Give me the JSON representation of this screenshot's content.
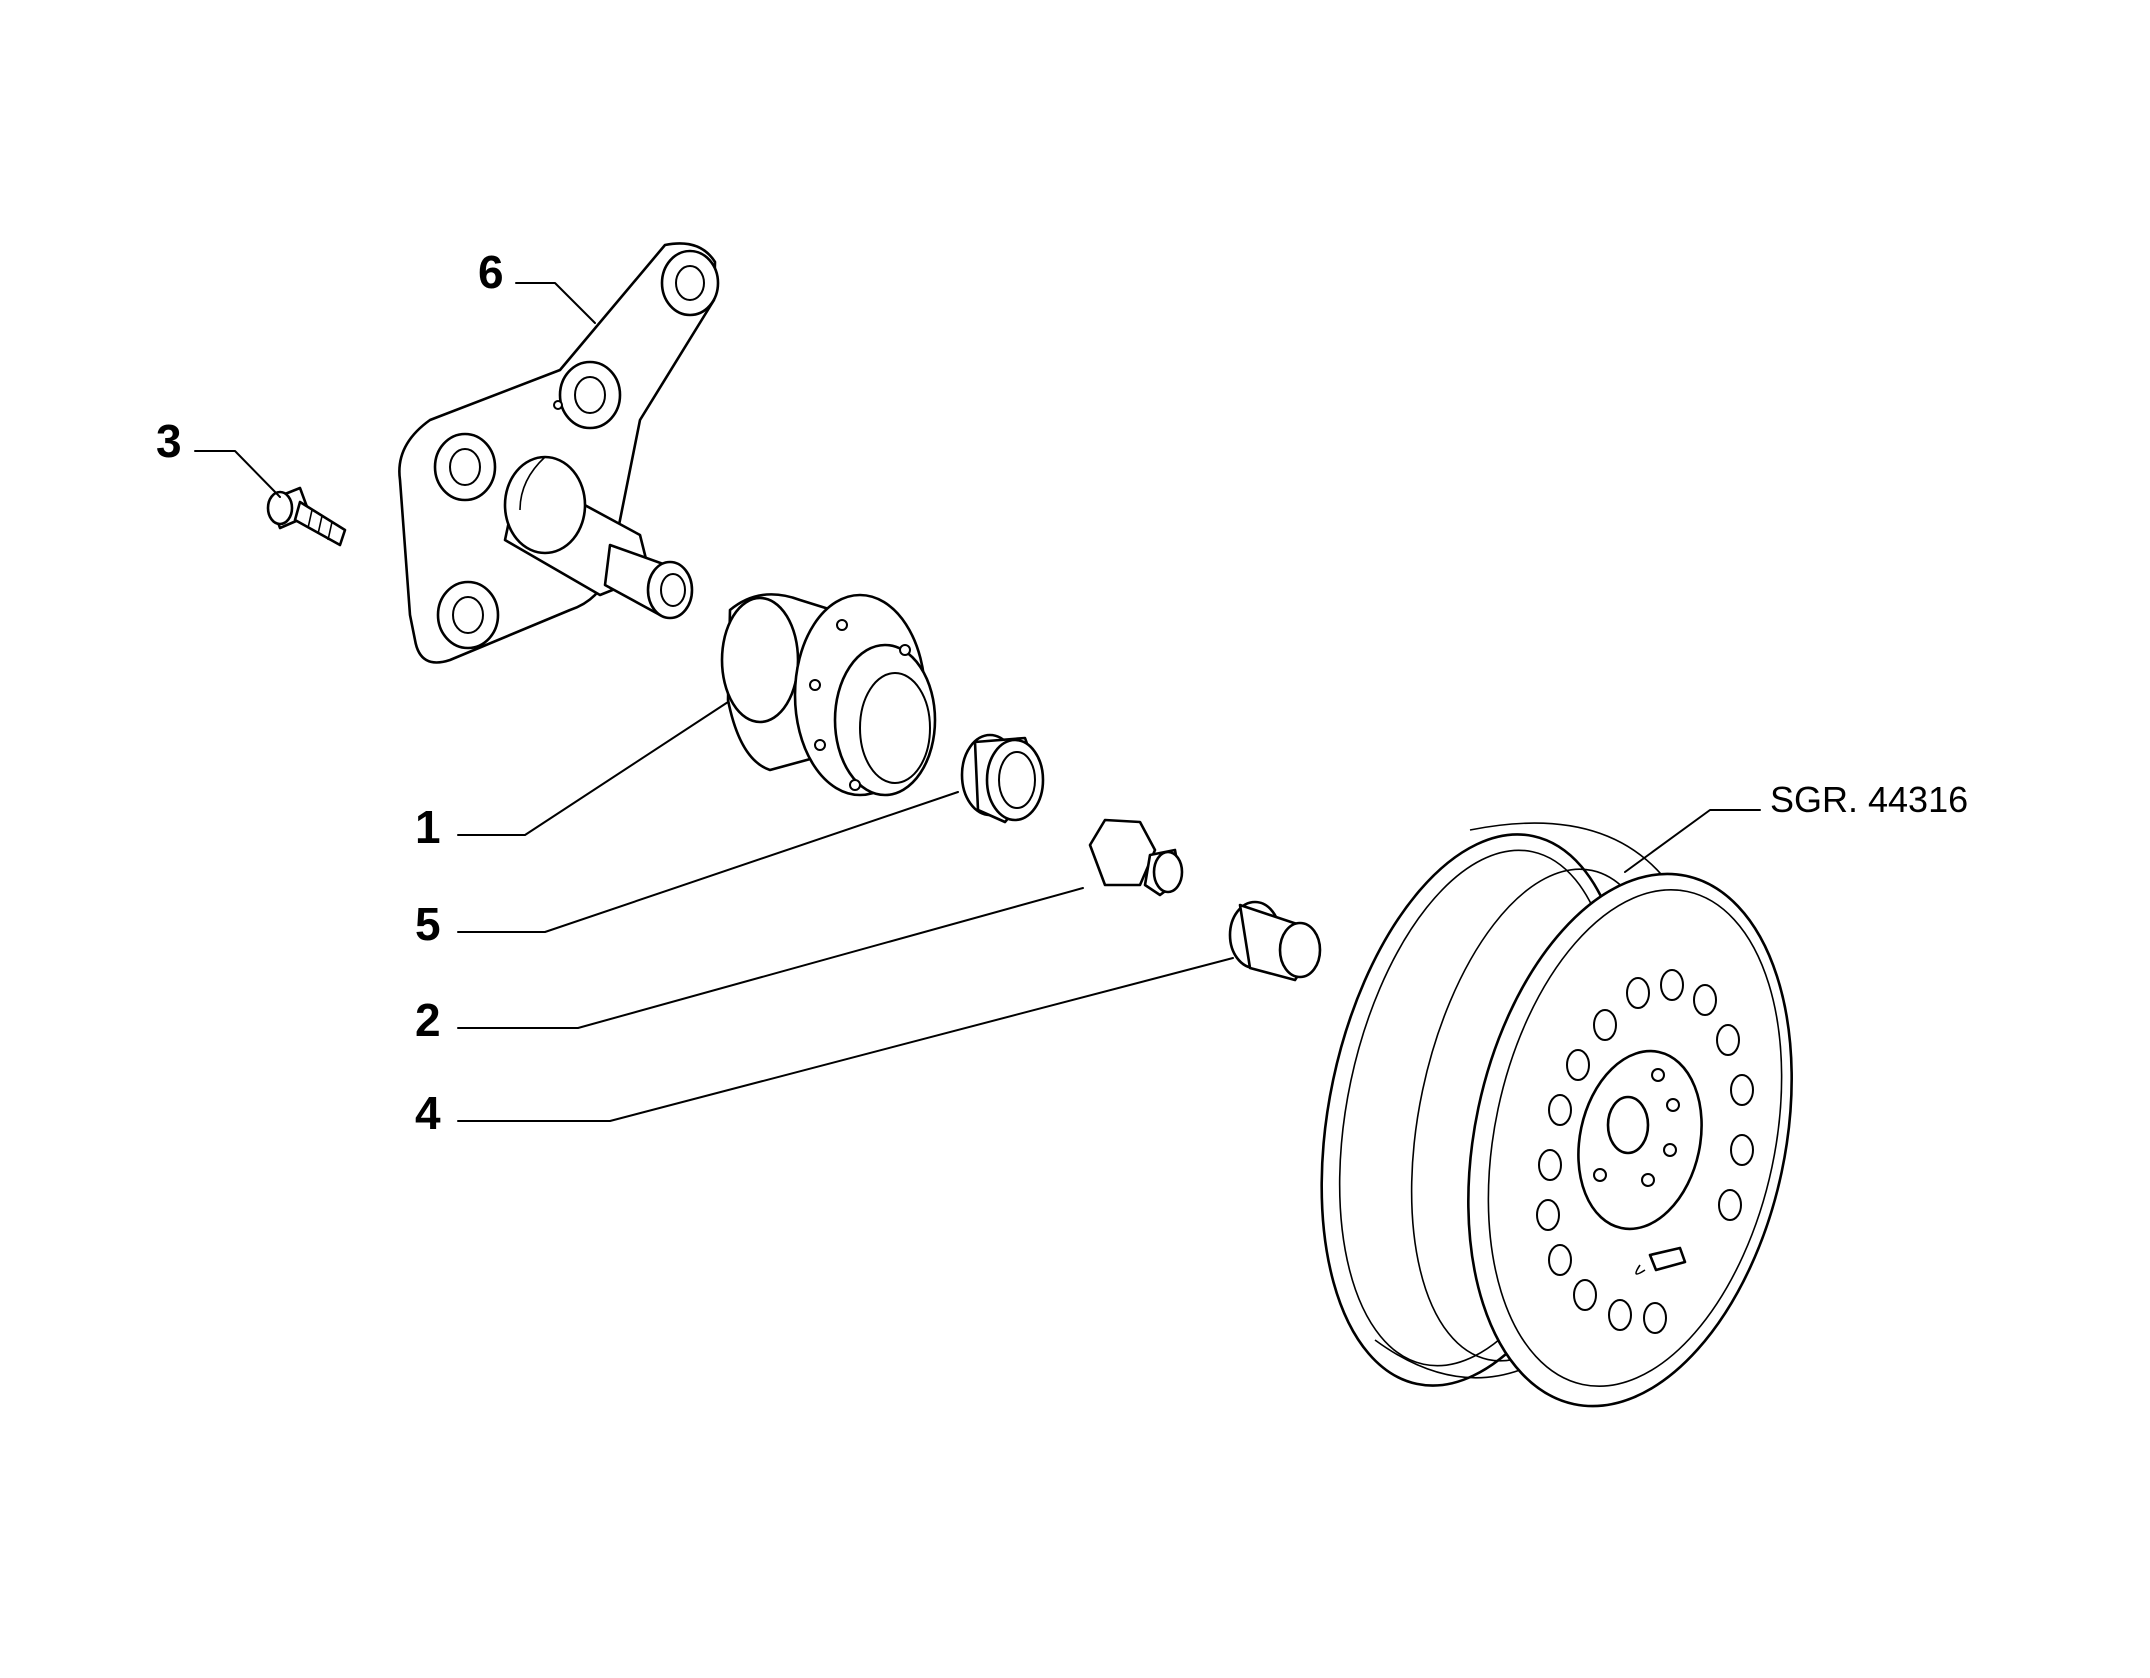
{
  "diagram": {
    "drawing_code": "SGR. 44316",
    "callouts": [
      {
        "id": "6",
        "label": "6",
        "part": "stub-axle-carrier"
      },
      {
        "id": "3",
        "label": "3",
        "part": "bolt"
      },
      {
        "id": "1",
        "label": "1",
        "part": "wheel-hub"
      },
      {
        "id": "5",
        "label": "5",
        "part": "bearing-ring"
      },
      {
        "id": "2",
        "label": "2",
        "part": "hub-nut"
      },
      {
        "id": "4",
        "label": "4",
        "part": "hub-cap"
      }
    ]
  }
}
